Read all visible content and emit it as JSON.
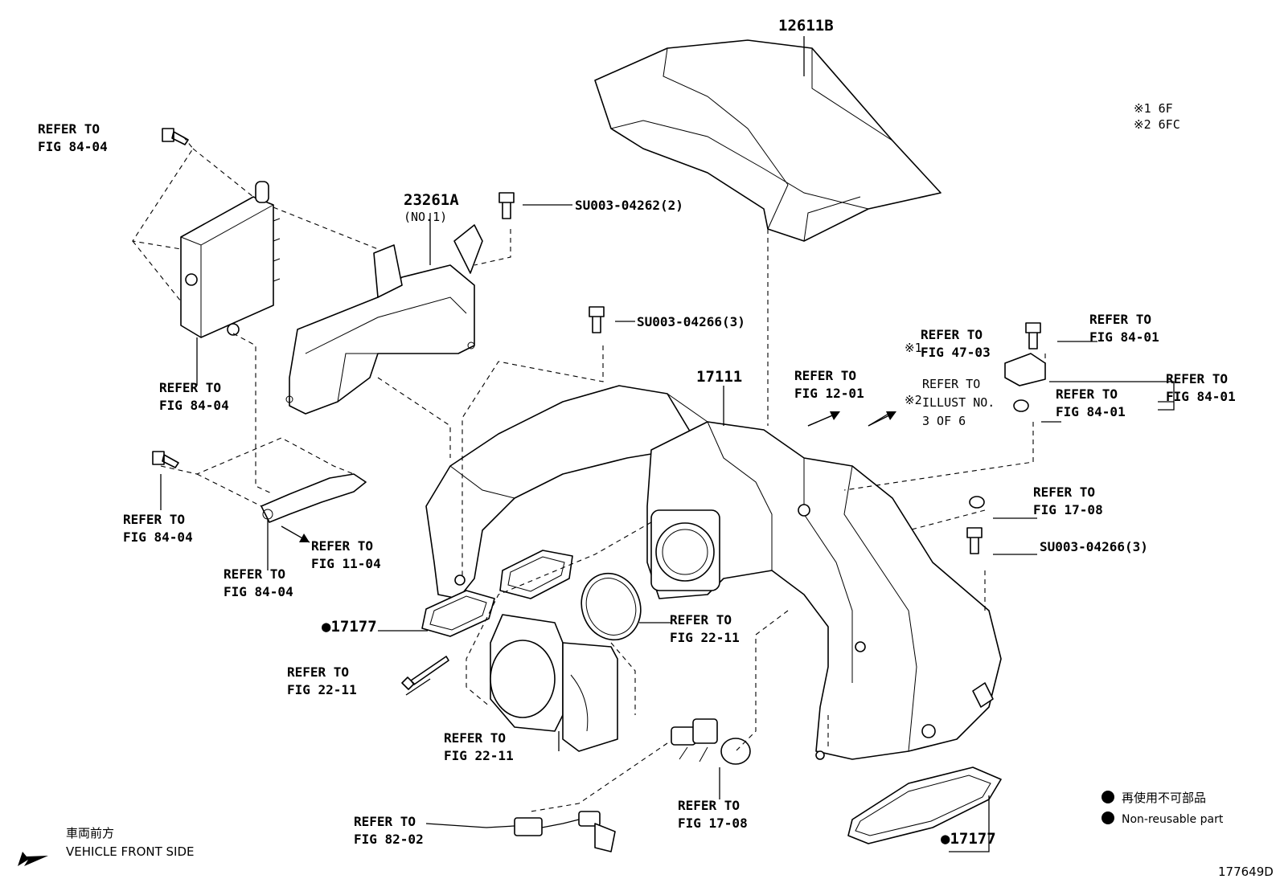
{
  "callouts": {
    "cover": "12611B",
    "bracket": "23261A",
    "bracket_sub": "(NO.1)",
    "manifold": "17111",
    "gasket_left": "●17177",
    "gasket_right": "●17177",
    "bolt_a": "SU003-04262(2)",
    "bolt_b": "SU003-04266(3)",
    "bolt_c": "SU003-04266(3)"
  },
  "refs": {
    "r1": [
      "REFER TO",
      "FIG 84-04"
    ],
    "r2": [
      "REFER TO",
      "FIG 84-04"
    ],
    "r3": [
      "REFER TO",
      "FIG 84-04"
    ],
    "r4": [
      "REFER TO",
      "FIG 84-04"
    ],
    "r5": [
      "REFER TO",
      "FIG 11-04"
    ],
    "r6": [
      "REFER TO",
      "FIG 22-11"
    ],
    "r7": [
      "REFER TO",
      "FIG 22-11"
    ],
    "r8": [
      "REFER TO",
      "FIG 22-11"
    ],
    "r9": [
      "REFER TO",
      "FIG 82-02"
    ],
    "r10": [
      "REFER TO",
      "FIG 17-08"
    ],
    "r11": [
      "REFER TO",
      "FIG 17-08"
    ],
    "r12": [
      "REFER TO",
      "FIG 12-01"
    ],
    "r13": [
      "REFER TO",
      "FIG 47-03"
    ],
    "r14": [
      "REFER TO",
      "ILLUST NO.",
      "3 OF 6"
    ],
    "r15": [
      "REFER TO",
      "FIG 84-01"
    ],
    "r16": [
      "REFER TO",
      "FIG 84-01"
    ],
    "r17": [
      "REFER TO",
      "FIG 84-01"
    ]
  },
  "marks": {
    "m1": "※1",
    "m2": "※2"
  },
  "variants": [
    "※1 6F",
    "※2 6FC"
  ],
  "legend": {
    "jp": "再使用不可部品",
    "en": "Non-reusable part"
  },
  "front": {
    "jp": "車両前方",
    "en": "VEHICLE FRONT SIDE"
  },
  "diagram_id": "177649D"
}
